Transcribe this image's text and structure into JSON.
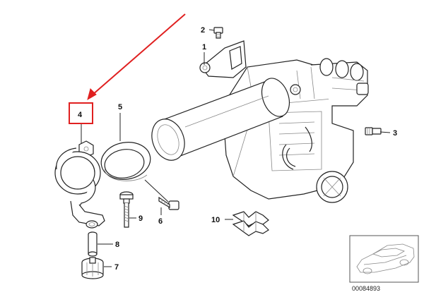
{
  "callouts": {
    "p1": "1",
    "p2": "2",
    "p3": "3",
    "p4": "4",
    "p5": "5",
    "p6": "6",
    "p7": "7",
    "p8": "8",
    "p9": "9",
    "p10": "10"
  },
  "reference_number": "00084893",
  "colors": {
    "highlight": "#e02020",
    "line": "#222222"
  }
}
